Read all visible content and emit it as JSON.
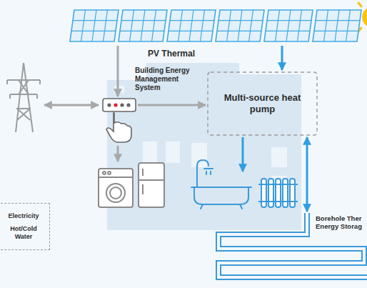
{
  "diagram": {
    "nodes": [
      {
        "text": [
          "PV Thermal"
        ]
      },
      {
        "text": [
          "Building Energy Management System"
        ]
      },
      {
        "text": [
          "Multi-source heat pump"
        ]
      },
      {
        "text": [
          "Borehole Ther Energy Storag"
        ]
      }
    ],
    "edges": [
      {
        "from": 0,
        "to": 1,
        "arrow": "to"
      },
      {
        "from": 0,
        "to": 2,
        "arrow": "to"
      },
      {
        "from": 1,
        "to": 2,
        "arrow": "to"
      },
      {
        "from": 2,
        "to": 3,
        "arrow": "both"
      }
    ],
    "legend": [
      {
        "text": "Electricity"
      },
      {
        "text": "Hot/Cold Water"
      }
    ]
  }
}
